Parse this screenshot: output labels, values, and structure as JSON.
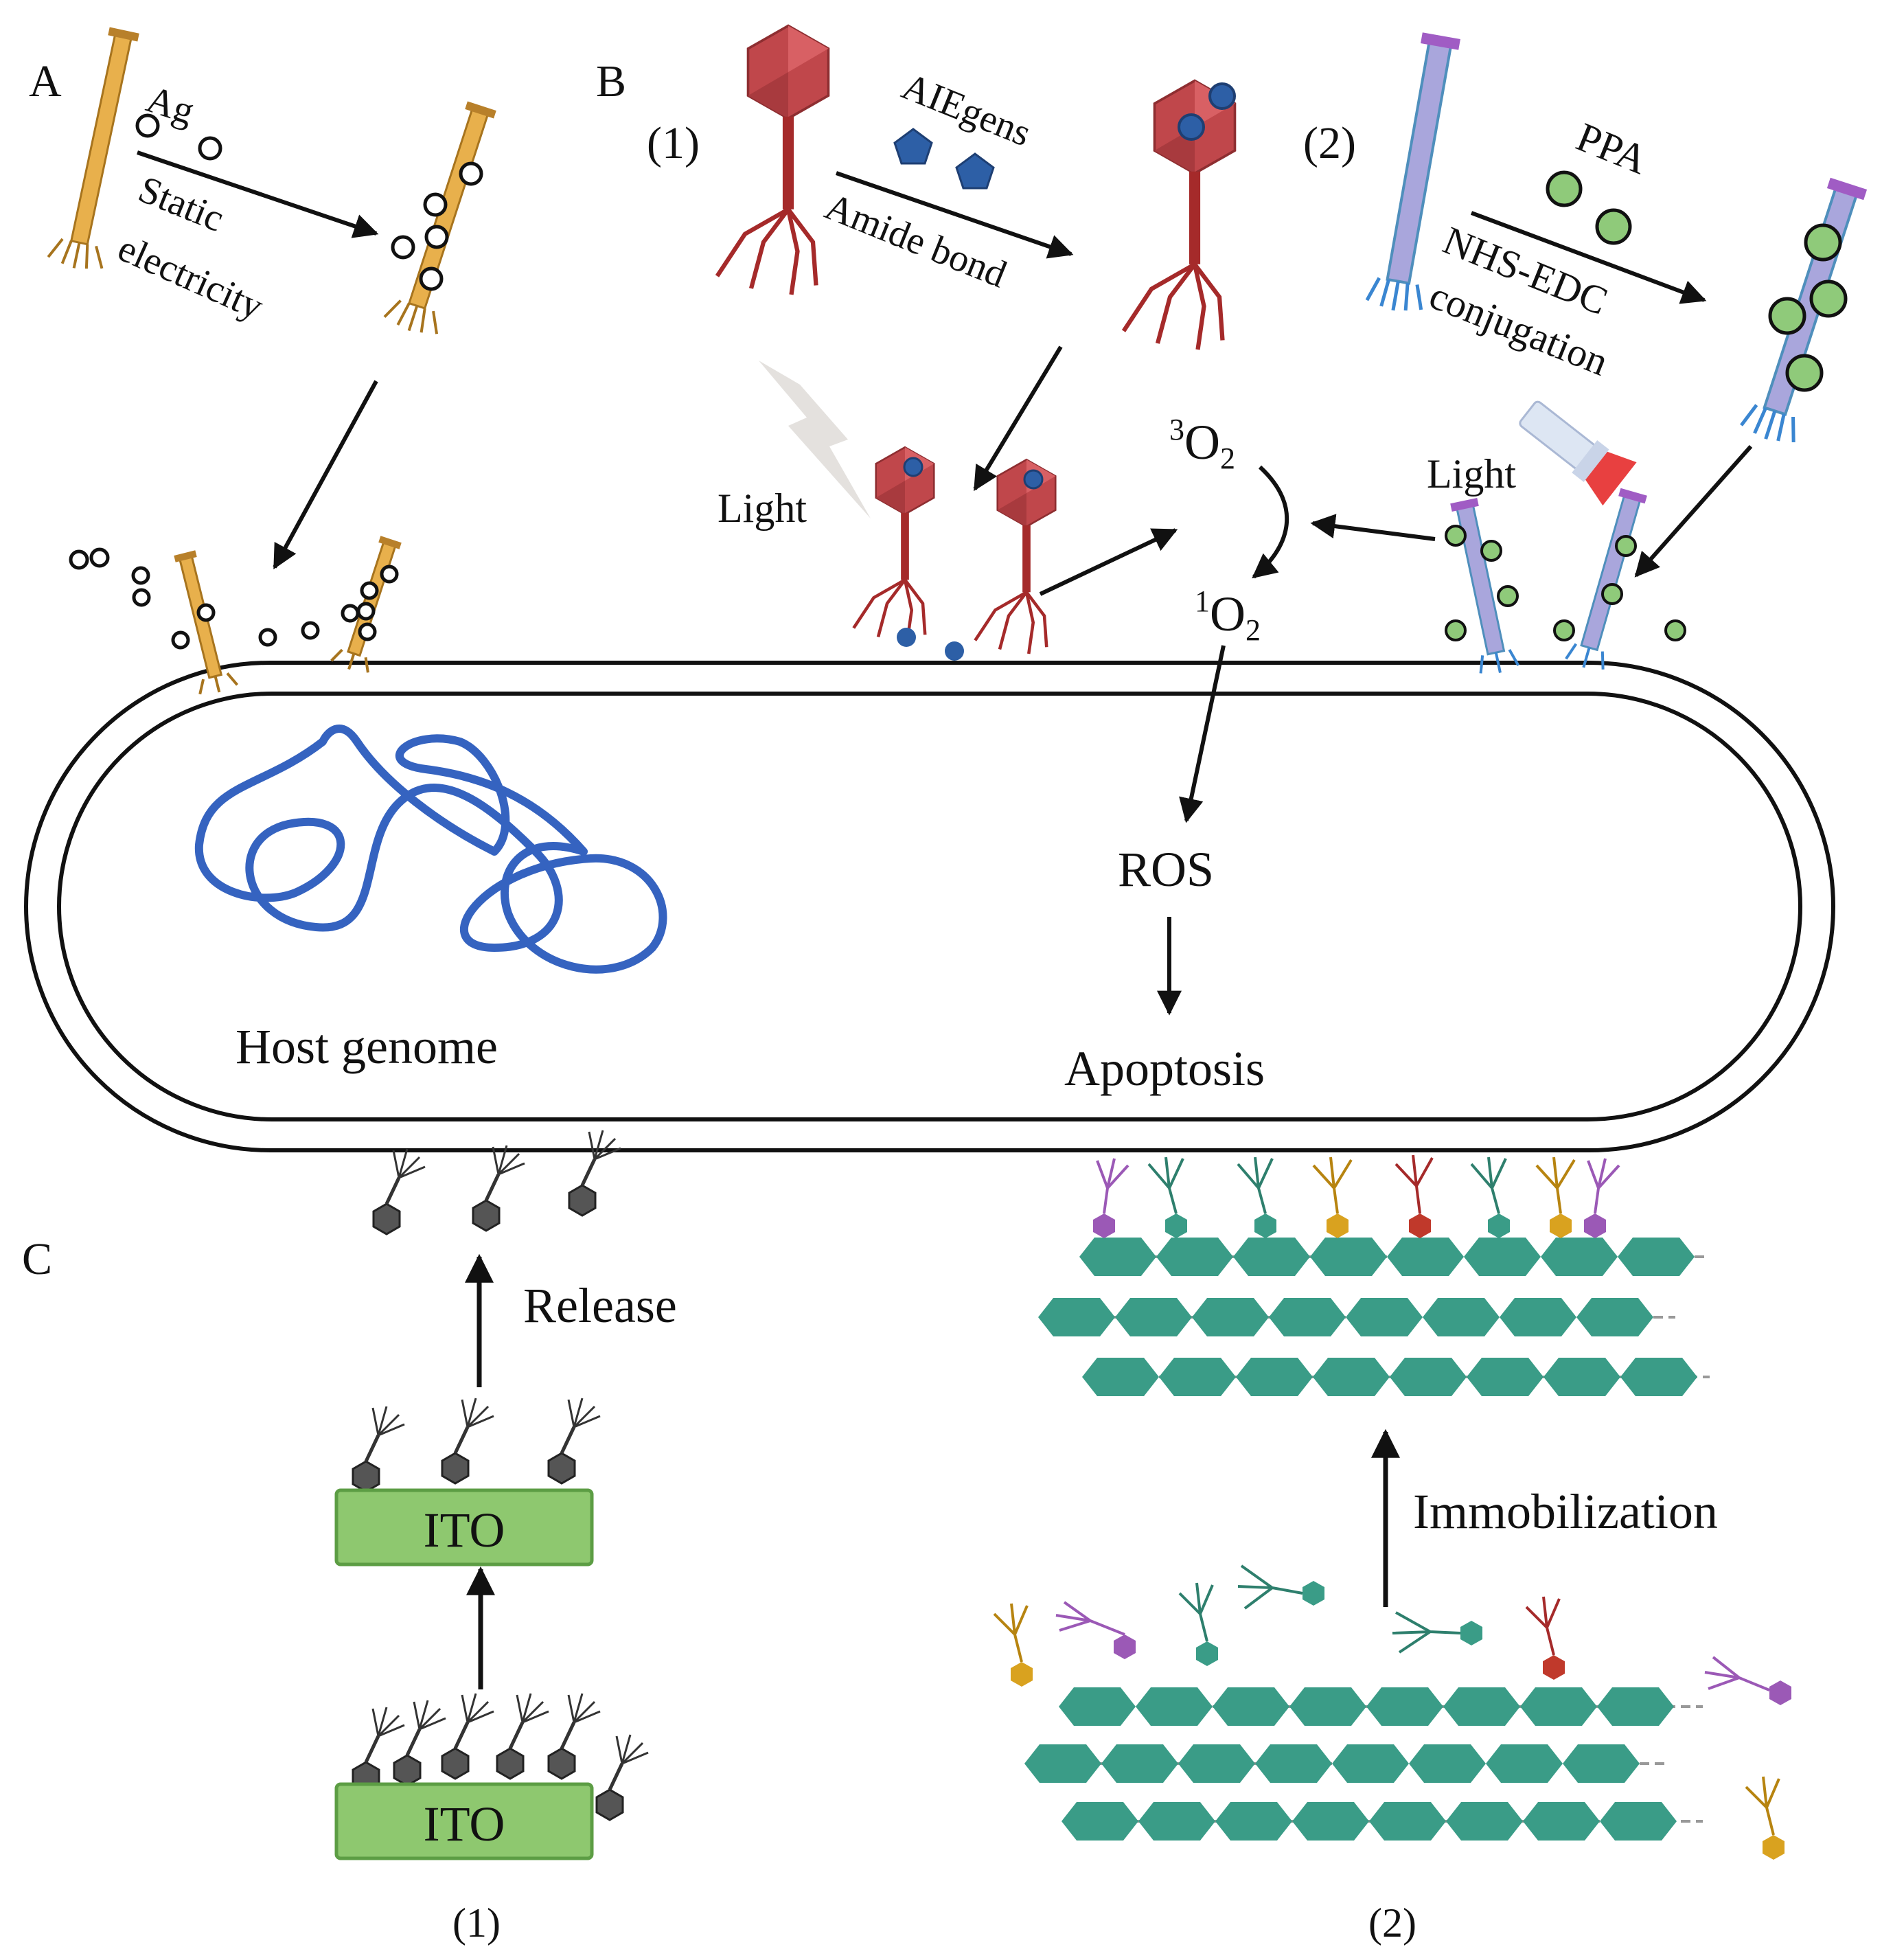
{
  "panels": {
    "a": "A",
    "b": "B",
    "c": "C"
  },
  "panel_a": {
    "reagent": "Ag",
    "method_line1": "Static",
    "method_line2": "electricity"
  },
  "panel_b": {
    "sub1": "(1)",
    "sub2": "(2)",
    "aie": "AIEgens",
    "amide": "Amide bond",
    "ppa": "PPA",
    "nhs_line1": "NHS-EDC",
    "nhs_line2": "conjugation",
    "light_left": "Light",
    "light_right": "Light",
    "triplet_sup": "3",
    "singlet_sup": "1",
    "oxygen": "O",
    "oxygen_sub": "2",
    "ros": "ROS",
    "apoptosis": "Apoptosis"
  },
  "cell": {
    "genome": "Host genome"
  },
  "panel_c": {
    "release": "Release",
    "ito_top": "ITO",
    "ito_bottom": "ITO",
    "immobilization": "Immobilization",
    "sub1": "(1)",
    "sub2": "(2)"
  },
  "colors": {
    "phage_red": "#c0474b",
    "tail_red": "#a52a2a",
    "filament_orange": "#e8b04c",
    "filament_purple": "#a9a6dc",
    "dot_green": "#8fca7a",
    "dot_blue": "#2d5fa6",
    "genome_blue": "#3563c0",
    "ito_green": "#8ec86f",
    "hex_teal": "#3a9c87",
    "grey_phage": "#555555"
  }
}
